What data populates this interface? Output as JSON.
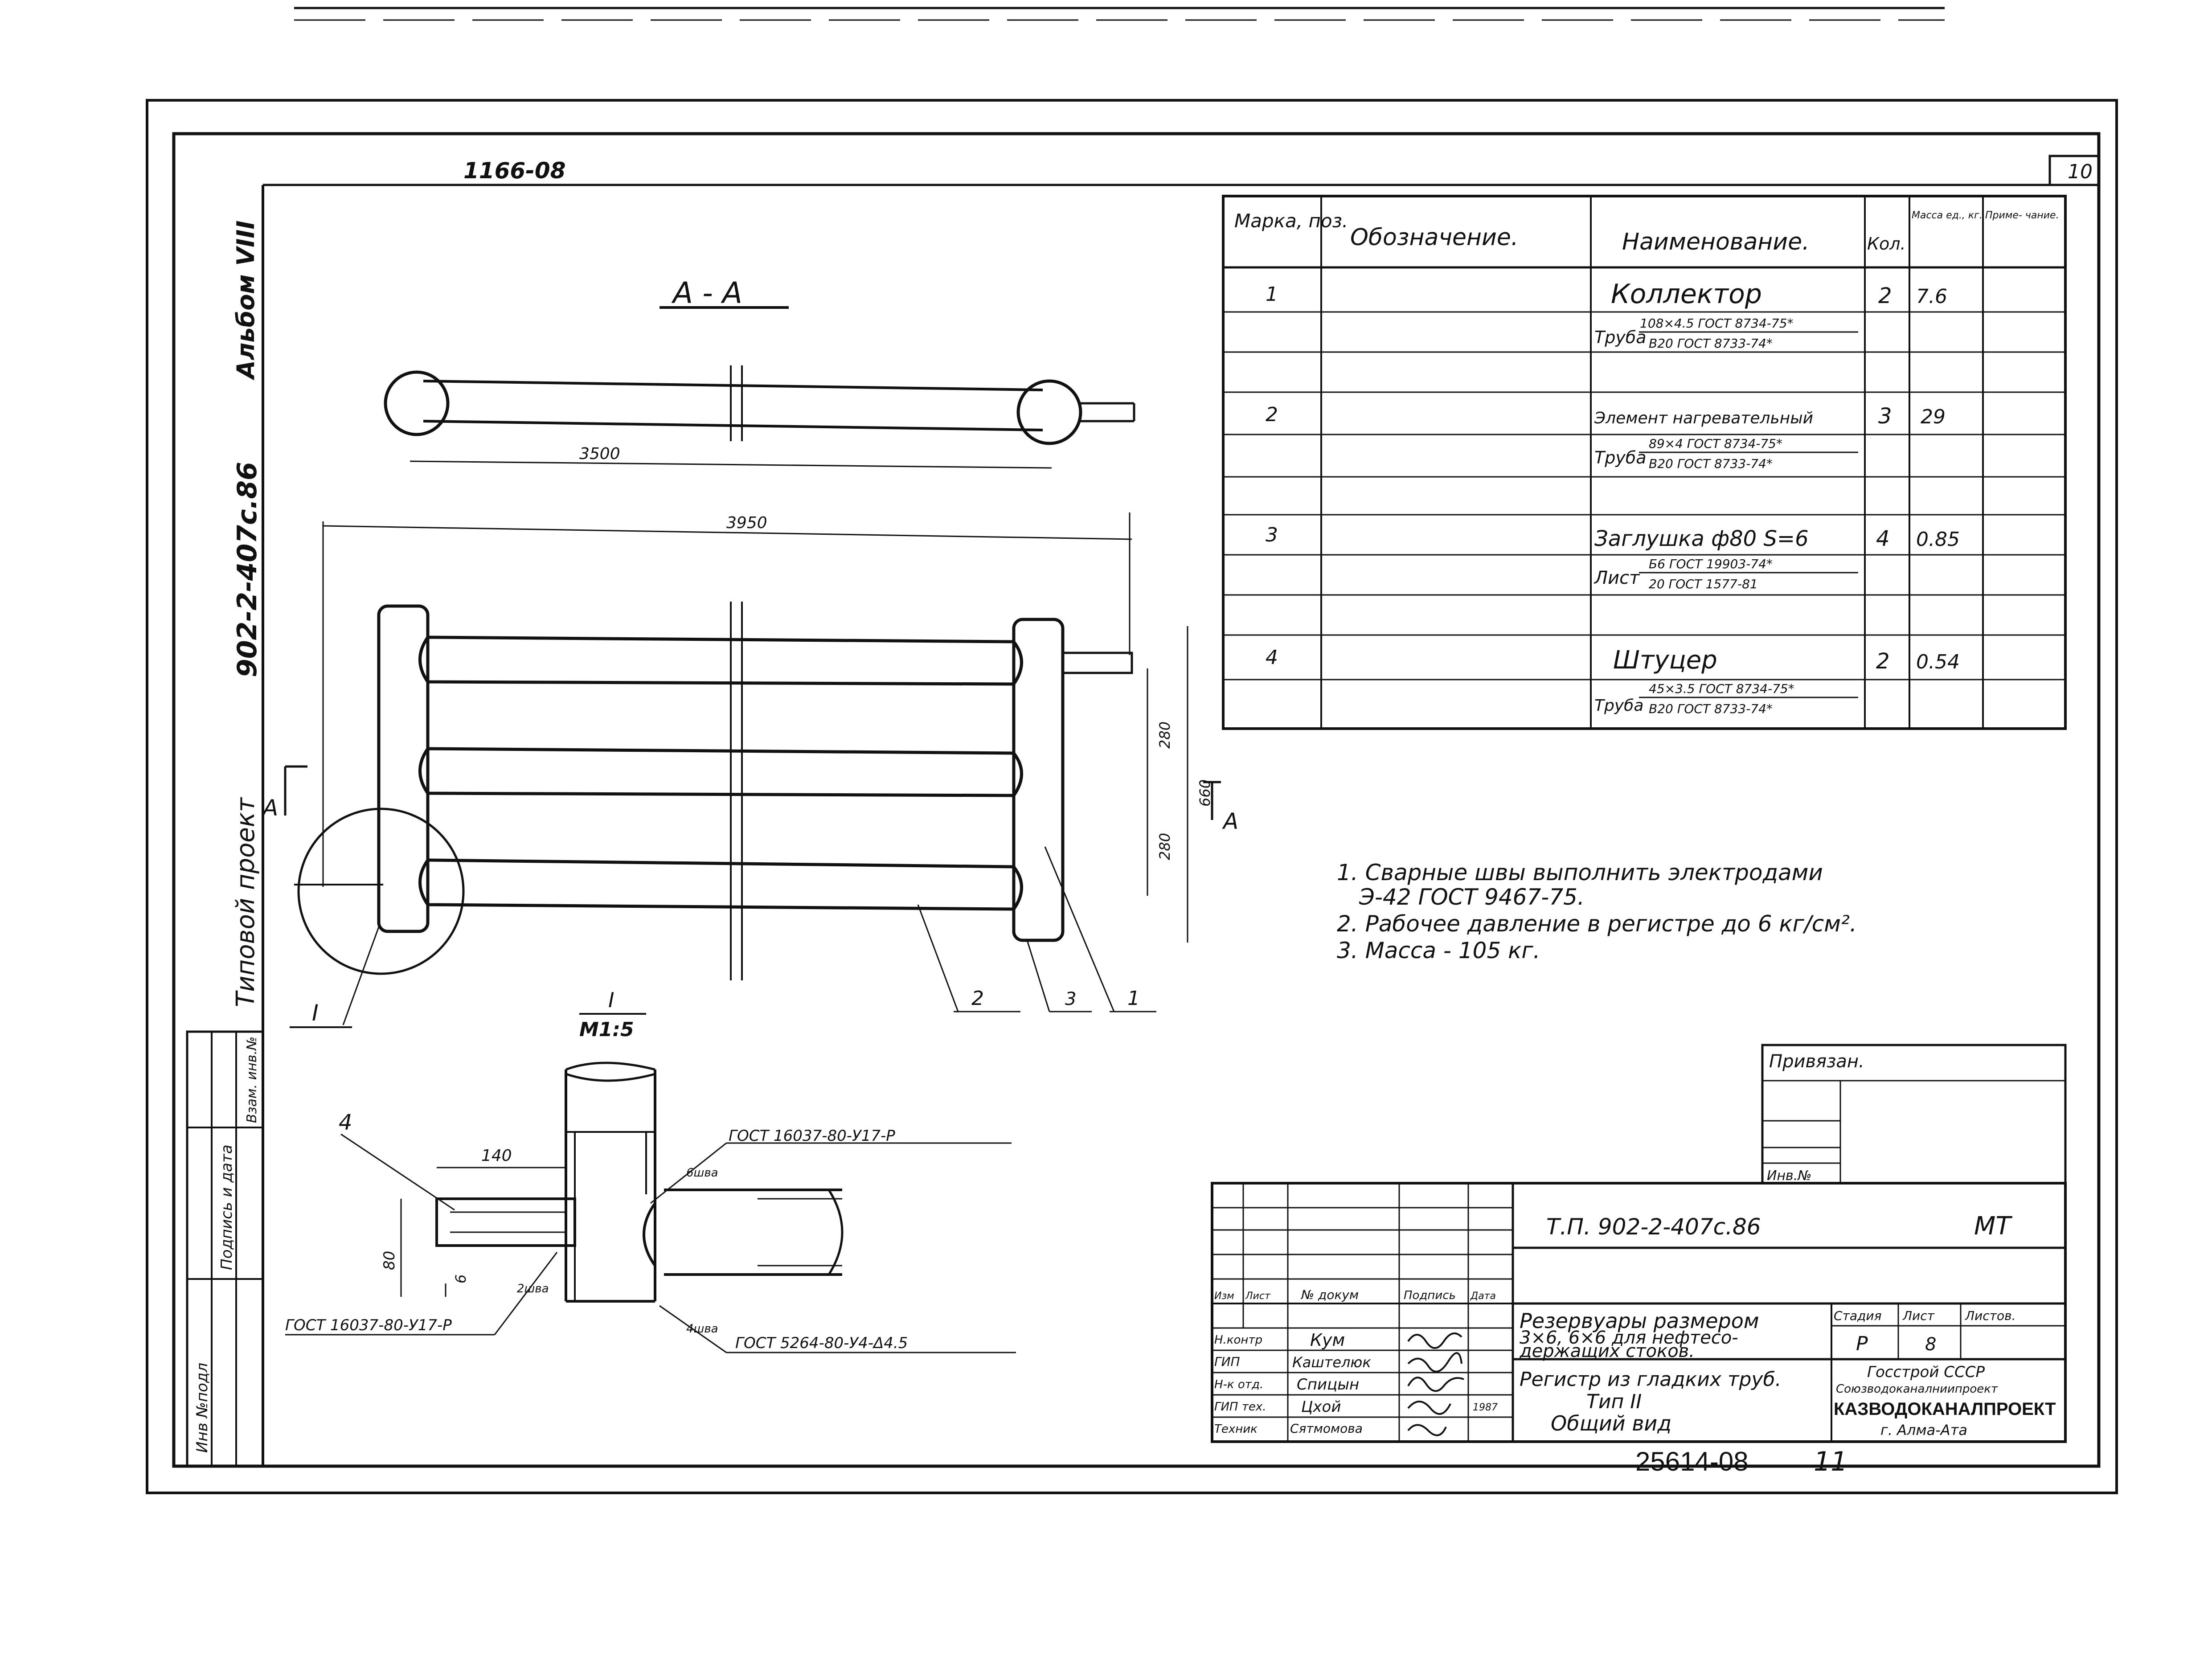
{
  "sheet": {
    "top_stamp": "1166-08",
    "sheet_no": "10",
    "side_labels": {
      "album": "Альбом VIII",
      "project": "902-2-407с.86",
      "typical": "Типовой проект"
    },
    "left_strip": [
      "Инв №подл",
      "Подпись и дата",
      "Взам. инв.№"
    ]
  },
  "spec_table": {
    "headers": {
      "mark": "Марка, поз.",
      "designation": "Обозначение.",
      "name": "Наименование.",
      "qty": "Кол.",
      "mass": "Масса ед., кг.",
      "note": "Приме- чание."
    },
    "rows": [
      {
        "pos": "1",
        "name": "Коллектор",
        "qty": "2",
        "mass": "7.6",
        "sub_prefix": "Труба",
        "sub_top": "108×4.5 ГОСТ 8734-75*",
        "sub_bottom": "В20 ГОСТ 8733-74*"
      },
      {
        "pos": "2",
        "name": "Элемент нагревательный",
        "qty": "3",
        "mass": "29",
        "sub_prefix": "Труба",
        "sub_top": "89×4 ГОСТ 8734-75*",
        "sub_bottom": "В20 ГОСТ 8733-74*"
      },
      {
        "pos": "3",
        "name": "Заглушка ф80 S=6",
        "qty": "4",
        "mass": "0.85",
        "sub_prefix": "Лист",
        "sub_top": "Б6 ГОСТ 19903-74*",
        "sub_bottom": "20 ГОСТ 1577-81"
      },
      {
        "pos": "4",
        "name": "Штуцер",
        "qty": "2",
        "mass": "0.54",
        "sub_prefix": "Труба",
        "sub_top": "45×3.5 ГОСТ 8734-75*",
        "sub_bottom": "В20 ГОСТ 8733-74*"
      }
    ]
  },
  "views": {
    "section_title": "А - А",
    "dim_section": "3500",
    "dim_overall": "3950",
    "dim_spacing_1": "280",
    "dim_spacing_2": "280",
    "dim_total_height": "660",
    "section_mark": "А",
    "callout_1": "1",
    "callout_2": "2",
    "callout_3": "3",
    "detail_mark": "I",
    "detail_title": "I",
    "detail_scale": "М1:5",
    "detail_pos": "4",
    "dim_140": "140",
    "dim_80": "80",
    "dim_6": "6",
    "weld_note_top": "ГОСТ 16037-80-У17-Р",
    "weld_note_left": "ГОСТ 16037-80-У17-Р",
    "weld_note_bottom": "ГОСТ 5264-80-У4-Δ4.5",
    "weld_label_1": "6шва",
    "weld_label_2": "2шва",
    "weld_label_3": "4шва"
  },
  "notes": [
    "1. Сварные швы выполнить электродами",
    "Э-42 ГОСТ 9467-75.",
    "2. Рабочее давление в регистре до 6 кг/см².",
    "3. Масса - 105 кг."
  ],
  "binding": {
    "title": "Привязан.",
    "inv": "Инв.№"
  },
  "title_block": {
    "code": "Т.П. 902-2-407с.86",
    "mark": "МТ",
    "header_cells": [
      "Изм",
      "Лист",
      "№ докум",
      "Подпись",
      "Дата"
    ],
    "people": [
      {
        "role": "Н.контр",
        "name": "Кум"
      },
      {
        "role": "ГИП",
        "name": "Каштелюк"
      },
      {
        "role": "Н-к отд.",
        "name": "Спицын"
      },
      {
        "role": "ГИП тех.",
        "name": "Цхой"
      },
      {
        "role": "Техник",
        "name": "Сятмомова"
      }
    ],
    "date": "1987",
    "object_title_1": "Резервуары размером",
    "object_title_2": "3×6, 6×6 для нефтесо-",
    "object_title_3": "держащих стоков.",
    "sheet_title_1": "Регистр из гладких труб.",
    "sheet_title_2": "Тип II",
    "sheet_title_3": "Общий вид",
    "stage_label": "Стадия",
    "sheet_label": "Лист",
    "sheets_label": "Листов.",
    "stage": "Р",
    "sheet": "8",
    "org_1": "Госстрой СССР",
    "org_2": "Союзводоканалниипроект",
    "org_3": "КАЗВОДОКАНАЛПРОЕКТ",
    "org_4": "г. Алма-Ата",
    "archive_no": "25614-08",
    "archive_sheet": "11"
  }
}
